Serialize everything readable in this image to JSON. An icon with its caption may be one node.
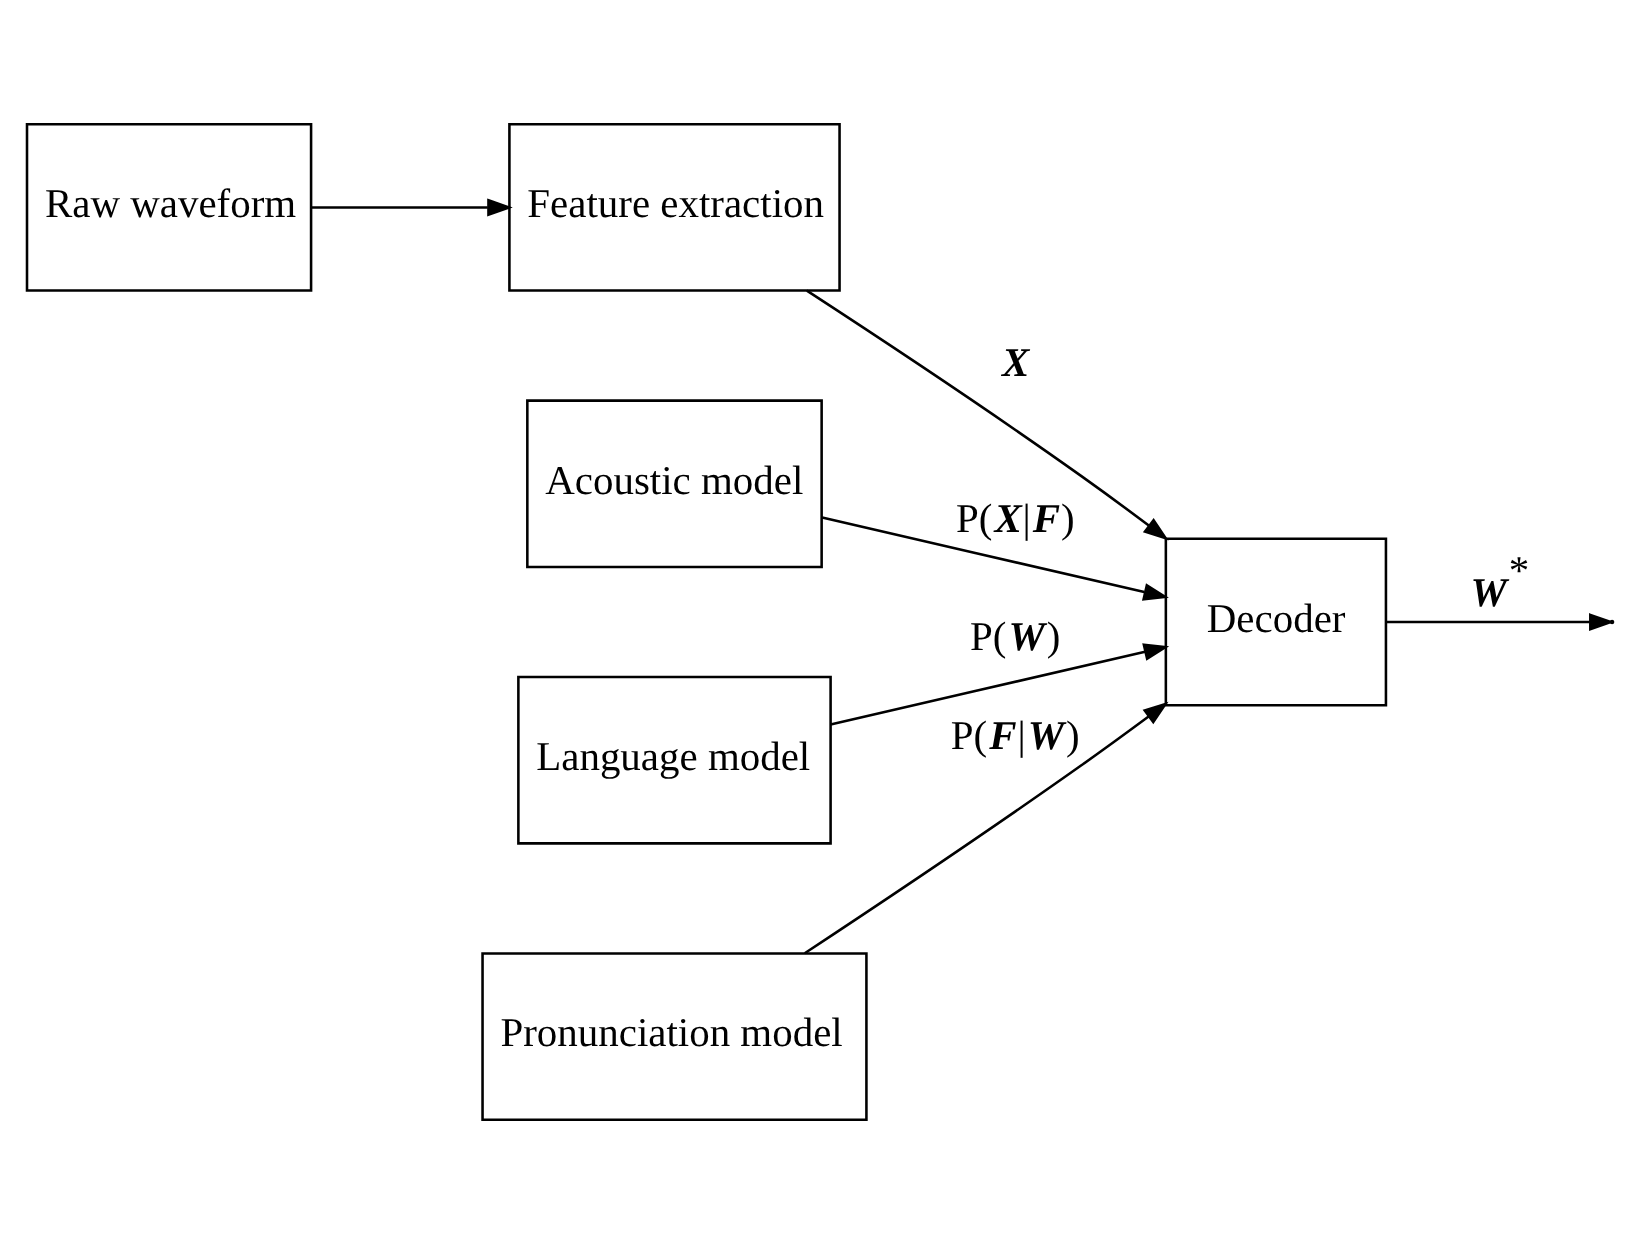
{
  "diagram": {
    "nodes": [
      {
        "text": [
          "Raw waveform"
        ]
      },
      {
        "text": [
          "Feature extraction"
        ]
      },
      {
        "text": [
          "Decoder"
        ]
      },
      {
        "text": [
          "Acoustic model"
        ]
      },
      {
        "text": [
          "Language model"
        ]
      },
      {
        "text": [
          "Pronunciation model"
        ]
      }
    ],
    "edges": [
      {
        "from": 0,
        "to": 1,
        "arrow": "to"
      },
      {
        "from": 1,
        "to": 2,
        "arrow": "to",
        "label": "**X**"
      },
      {
        "from": 3,
        "to": 2,
        "arrow": "to",
        "label": "P(**X**|**F**)"
      },
      {
        "from": 4,
        "to": 2,
        "arrow": "to",
        "label": "P(**W**)"
      },
      {
        "from": 5,
        "to": 2,
        "arrow": "to",
        "label": "P(**F**|**W**)"
      },
      {
        "from": 2,
        "to": null,
        "arrow": "to",
        "label": "**W**$^{*}$"
      }
    ]
  }
}
